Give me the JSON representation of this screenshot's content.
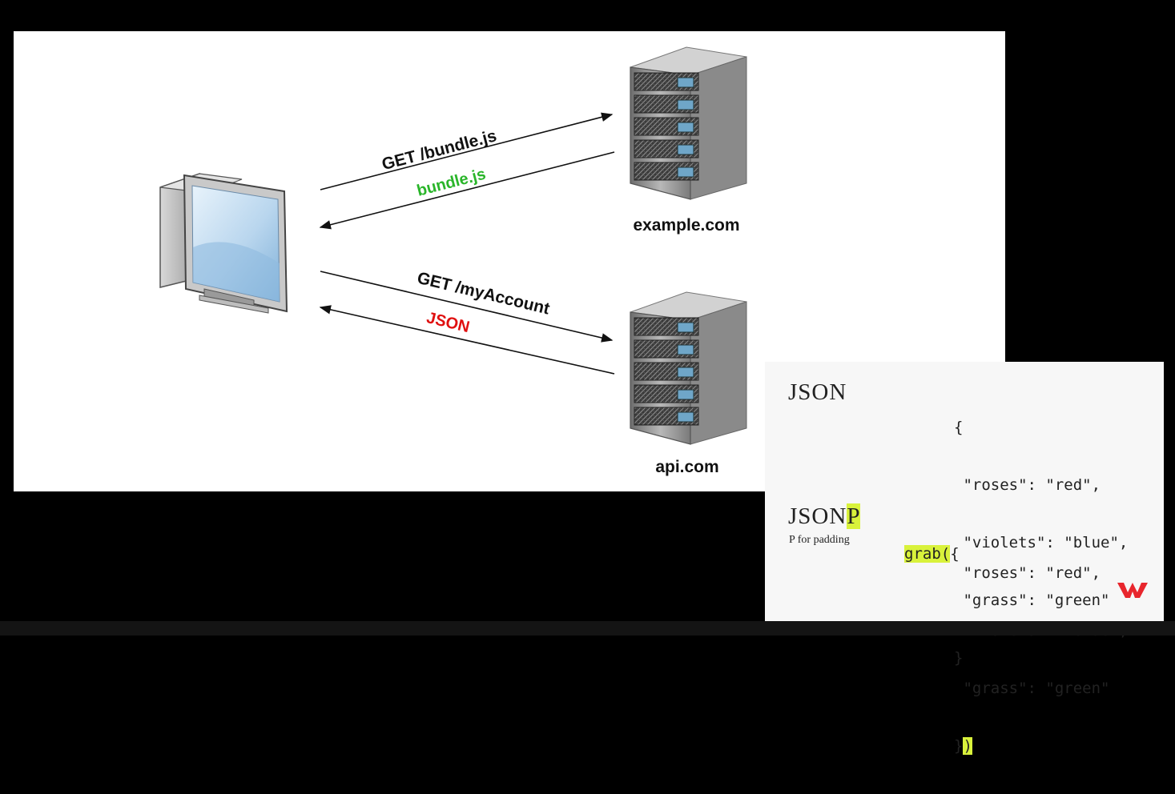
{
  "diagram": {
    "arrows": {
      "get_bundle": "GET /bundle.js",
      "bundle_response": "bundle.js",
      "get_account": "GET /myAccount",
      "json_response": "JSON"
    },
    "servers": {
      "top_label": "example.com",
      "bottom_label": "api.com"
    },
    "colors": {
      "bundle_response": "#2ab52a",
      "json_response": "#e01010"
    }
  },
  "inset": {
    "json_title": "JSON",
    "json_code": [
      "{",
      " \"roses\": \"red\",",
      " \"violets\": \"blue\",",
      " \"grass\": \"green\"",
      "}"
    ],
    "jsonp_title_base": "JSON",
    "jsonp_title_highlight": "P",
    "jsonp_subtitle": "P for padding",
    "jsonp_call": "grab(",
    "jsonp_open": "{",
    "jsonp_lines": [
      " \"roses\": \"red\",",
      " \"violets\": \"blue\",",
      " \"grass\": \"green\""
    ],
    "jsonp_close_brace": "}",
    "jsonp_close_paren": ")",
    "logo_icon": "w-logo-icon"
  }
}
